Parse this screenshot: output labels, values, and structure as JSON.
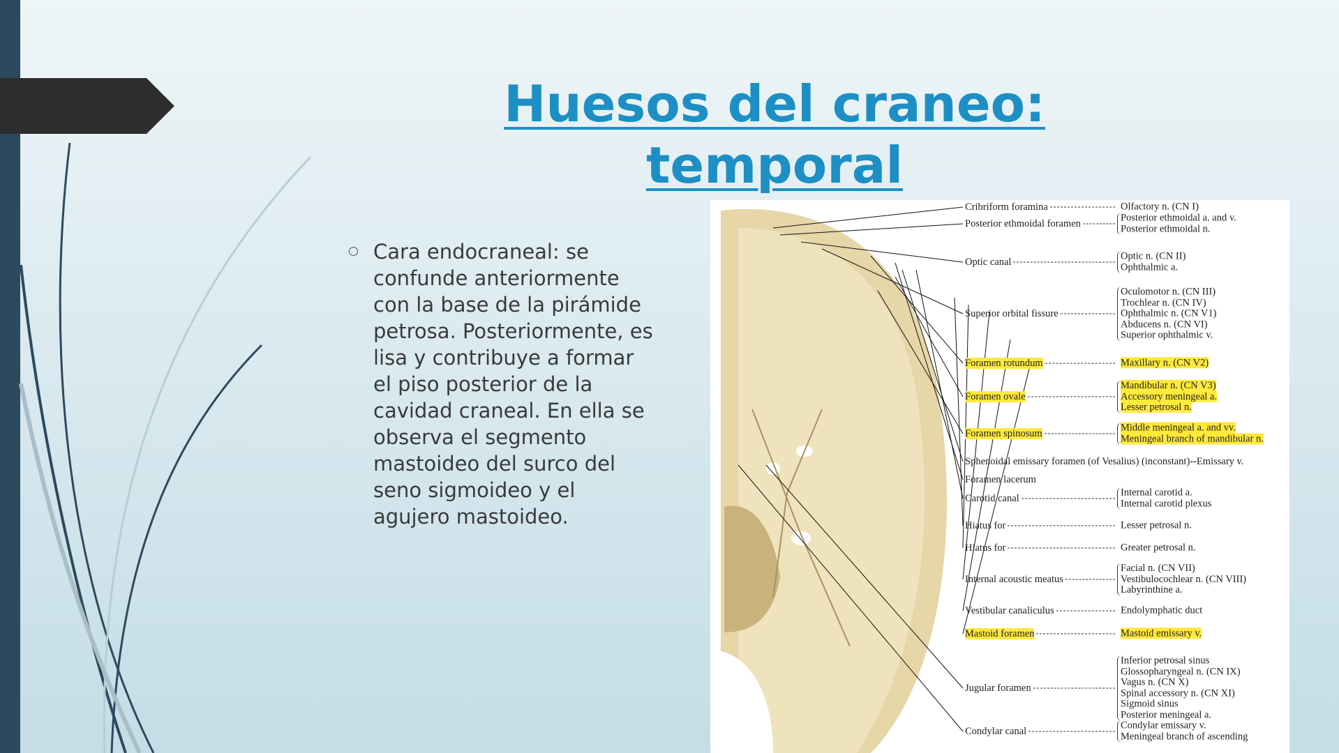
{
  "slide": {
    "title_line1": "Huesos del craneo: ",
    "title_line2": "temporal ",
    "accent": "#1d8fc4",
    "bullet": "Cara endocraneal: se confunde anteriormente con la base de la pirámide petrosa. Posteriormente, es lisa y contribuye a formar el piso posterior de la cavidad craneal. En ella se observa el segmento mastoideo del surco del seno sigmoideo y el agujero mastoideo."
  },
  "figure": {
    "rows": [
      {
        "label": "Cribriform foramina",
        "right": [
          "Olfactory n. (CN I)"
        ],
        "hl": false
      },
      {
        "label": "Posterior ethmoidal foramen",
        "right": [
          "Posterior ethmoidal a. and v.",
          "Posterior ethmoidal n."
        ],
        "hl": false
      },
      {
        "label": "Optic canal",
        "right": [
          "Optic n. (CN II)",
          "Ophthalmic a."
        ],
        "hl": false
      },
      {
        "label": "Superior orbital fissure",
        "right": [
          "Oculomotor n. (CN III)",
          "Trochlear n. (CN IV)",
          "Ophthalmic n. (CN V1)",
          "Abducens n. (CN VI)",
          "Superior ophthalmic v."
        ],
        "hl": false
      },
      {
        "label": "Foramen rotundum",
        "right": [
          "Maxillary n. (CN V2)"
        ],
        "hl": true
      },
      {
        "label": "Foramen ovale",
        "right": [
          "Mandibular n. (CN V3)",
          "Accessory meningeal a.",
          "Lesser petrosal n."
        ],
        "hl": true
      },
      {
        "label": "Foramen spinosum",
        "right": [
          "Middle meningeal a. and vv.",
          "Meningeal branch of mandibular n."
        ],
        "hl": true
      },
      {
        "label": "Sphenoidal emissary foramen (of Vesalius) (inconstant)--Emissary v.",
        "right": [],
        "hl": false
      },
      {
        "label": "Foramen lacerum",
        "right": [],
        "hl": false
      },
      {
        "label": "Carotid canal",
        "right": [
          "Internal carotid a.",
          "Internal carotid plexus"
        ],
        "hl": false
      },
      {
        "label": "Hiatus for",
        "right": [
          "Lesser petrosal n."
        ],
        "hl": false
      },
      {
        "label": "Hiatus for",
        "right": [
          "Greater petrosal n."
        ],
        "hl": false
      },
      {
        "label": "Internal acoustic meatus",
        "right": [
          "Facial n. (CN VII)",
          "Vestibulocochlear n. (CN VIII)",
          "Labyrinthine a."
        ],
        "hl": false
      },
      {
        "label": "Vestibular canaliculus",
        "right": [
          "Endolymphatic duct"
        ],
        "hl": false
      },
      {
        "label": "Mastoid foramen",
        "right": [
          "Mastoid emissary v."
        ],
        "hl": true
      },
      {
        "label": "Jugular foramen",
        "right": [
          "Inferior petrosal sinus",
          "Glossopharyngeal n. (CN IX)",
          "Vagus n. (CN X)",
          "Spinal accessory n. (CN XI)",
          "Sigmoid sinus",
          "Posterior meningeal a."
        ],
        "hl": false
      },
      {
        "label": "Condylar canal",
        "right": [
          "Condylar emissary v.",
          "Meningeal branch of ascending"
        ],
        "hl": false
      }
    ],
    "highlight": "#ffe93a"
  }
}
